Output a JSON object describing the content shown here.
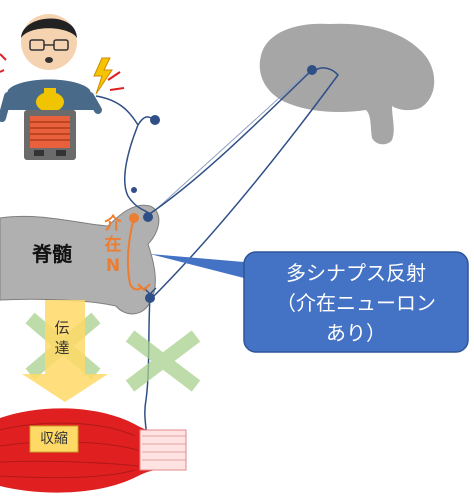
{
  "spinal_cord_label": "脊髄",
  "interneuron_label": [
    "介",
    "在",
    "N"
  ],
  "callout_lines": [
    "多シナプス反射",
    "（介在ニューロン",
    "あり）"
  ],
  "transmission_label": [
    "伝",
    "達"
  ],
  "contraction_label": "収縮",
  "colors": {
    "neuron": "#2f4f86",
    "interneuron": "#ed7d31",
    "callout": "#4472c4",
    "spinal_cord": "#b0b0b0",
    "brain": "#a6a6a6",
    "cross": "#a9d18e",
    "arrow": "#ffd966",
    "muscle": "#e02020"
  },
  "icons": [
    "person-icon",
    "heater-icon",
    "kettle-icon",
    "lightning-icon",
    "brain-icon",
    "muscle-icon"
  ]
}
